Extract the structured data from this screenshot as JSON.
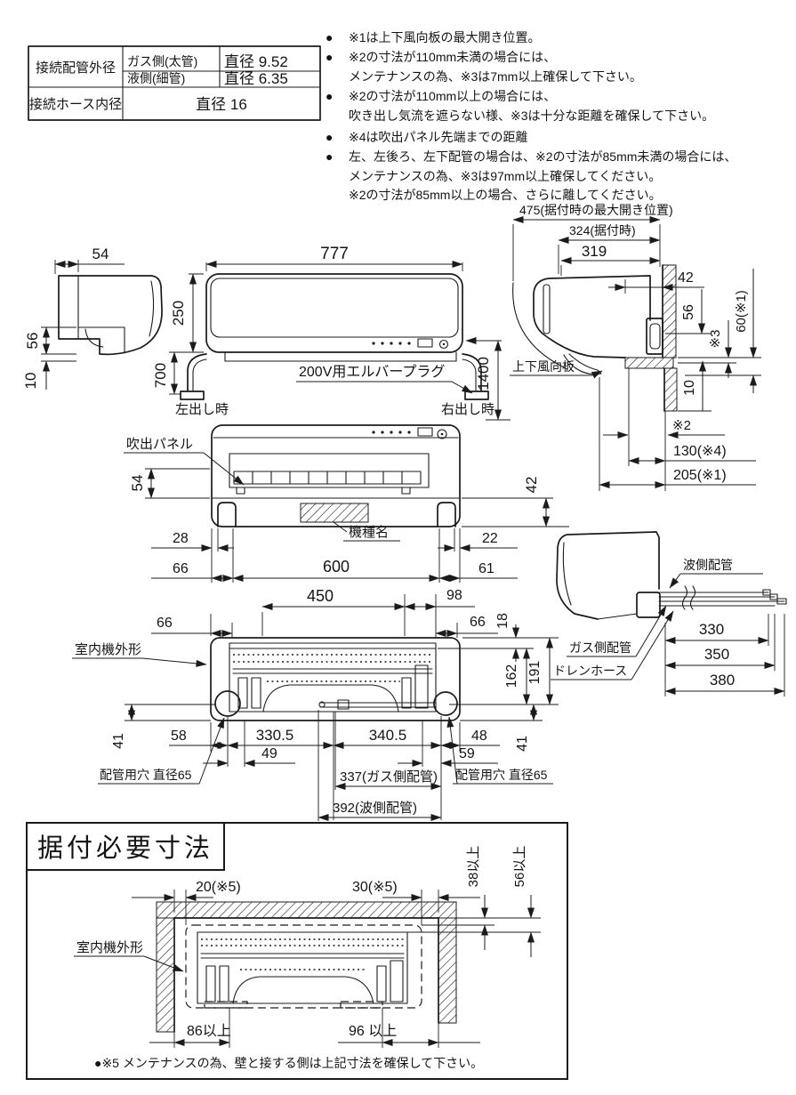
{
  "pipe_table": {
    "outer_label": "接続配管外径",
    "gas_label": "ガス側(太管)",
    "gas_dia": "直径 9.52",
    "liquid_label": "液側(細管)",
    "liquid_dia": "直径 6.35",
    "hose_label": "接続ホース内径",
    "hose_dia": "直径 16"
  },
  "notes": {
    "items": [
      {
        "bullet": "●",
        "text": "※1は上下風向板の最大開き位置。"
      },
      {
        "bullet": "●",
        "text": "※2の寸法が110mm未満の場合には、"
      },
      {
        "bullet": "",
        "text": "メンテナンスの為、※3は7mm以上確保して下さい。"
      },
      {
        "bullet": "●",
        "text": "※2の寸法が110mm以上の場合には、"
      },
      {
        "bullet": "",
        "text": "吹き出し気流を遮らない様、※3は十分な距離を確保して下さい。"
      },
      {
        "bullet": "●",
        "text": "※4は吹出パネル先端までの距離"
      },
      {
        "bullet": "●",
        "text": "左、左後ろ、左下配管の場合は、※2の寸法が85mm未満の場合には、"
      },
      {
        "bullet": "",
        "text": "メンテナンスの為、※3は97mm以上確保してください。"
      },
      {
        "bullet": "",
        "text": "※2の寸法が85mm以上の場合、さらに離してください。"
      }
    ]
  },
  "side_view": {
    "d54": "54",
    "d56": "56",
    "d10": "10"
  },
  "front_view": {
    "d777": "777",
    "d250": "250",
    "d700": "700",
    "d1400": "1400",
    "plug_label": "200V用エルバープラグ",
    "left_out": "左出し時",
    "right_out": "右出し時"
  },
  "wall_view": {
    "d475": "475(据付時の最大開き位置)",
    "d324": "324(据付時)",
    "d319": "319",
    "d42": "42",
    "d56": "56",
    "d3": "※3",
    "d60": "60(※1)",
    "d10": "10",
    "d2": "※2",
    "d130": "130(※4)",
    "d205": "205(※1)",
    "flap_label": "上下風向板"
  },
  "rear_view": {
    "panel_label": "吹出パネル",
    "model_label": "機種名",
    "d54": "54",
    "d42": "42",
    "d28": "28",
    "d66": "66",
    "d600": "600",
    "d22": "22",
    "d61": "61"
  },
  "plate_view": {
    "outline_label": "室内機外形",
    "d450": "450",
    "d98": "98",
    "d66_left": "66",
    "d66_right": "66",
    "d18": "18",
    "d191": "191",
    "d162": "162",
    "d41_left": "41",
    "d58": "58",
    "d330_5": "330.5",
    "d49": "49",
    "d340_5": "340.5",
    "d48": "48",
    "d59": "59",
    "d41_right": "41",
    "hole_left": "配管用穴 直径65",
    "hole_right": "配管用穴 直径65",
    "d337": "337(ガス側配管)",
    "d392": "392(波側配管)"
  },
  "pipe_view": {
    "liquid_label": "波側配管",
    "gas_label": "ガス側配管",
    "drain_label": "ドレンホース",
    "d330": "330",
    "d350": "350",
    "d380": "380"
  },
  "install": {
    "title": "据付必要寸法",
    "d20": "20(※5)",
    "d30": "30(※5)",
    "d38": "38以上",
    "d56": "56以上",
    "outline_label": "室内機外形",
    "d86": "86以上",
    "d96": "96 以上",
    "note": "●※5 メンテナンスの為、壁と接する側は上記寸法を確保して下さい。"
  }
}
